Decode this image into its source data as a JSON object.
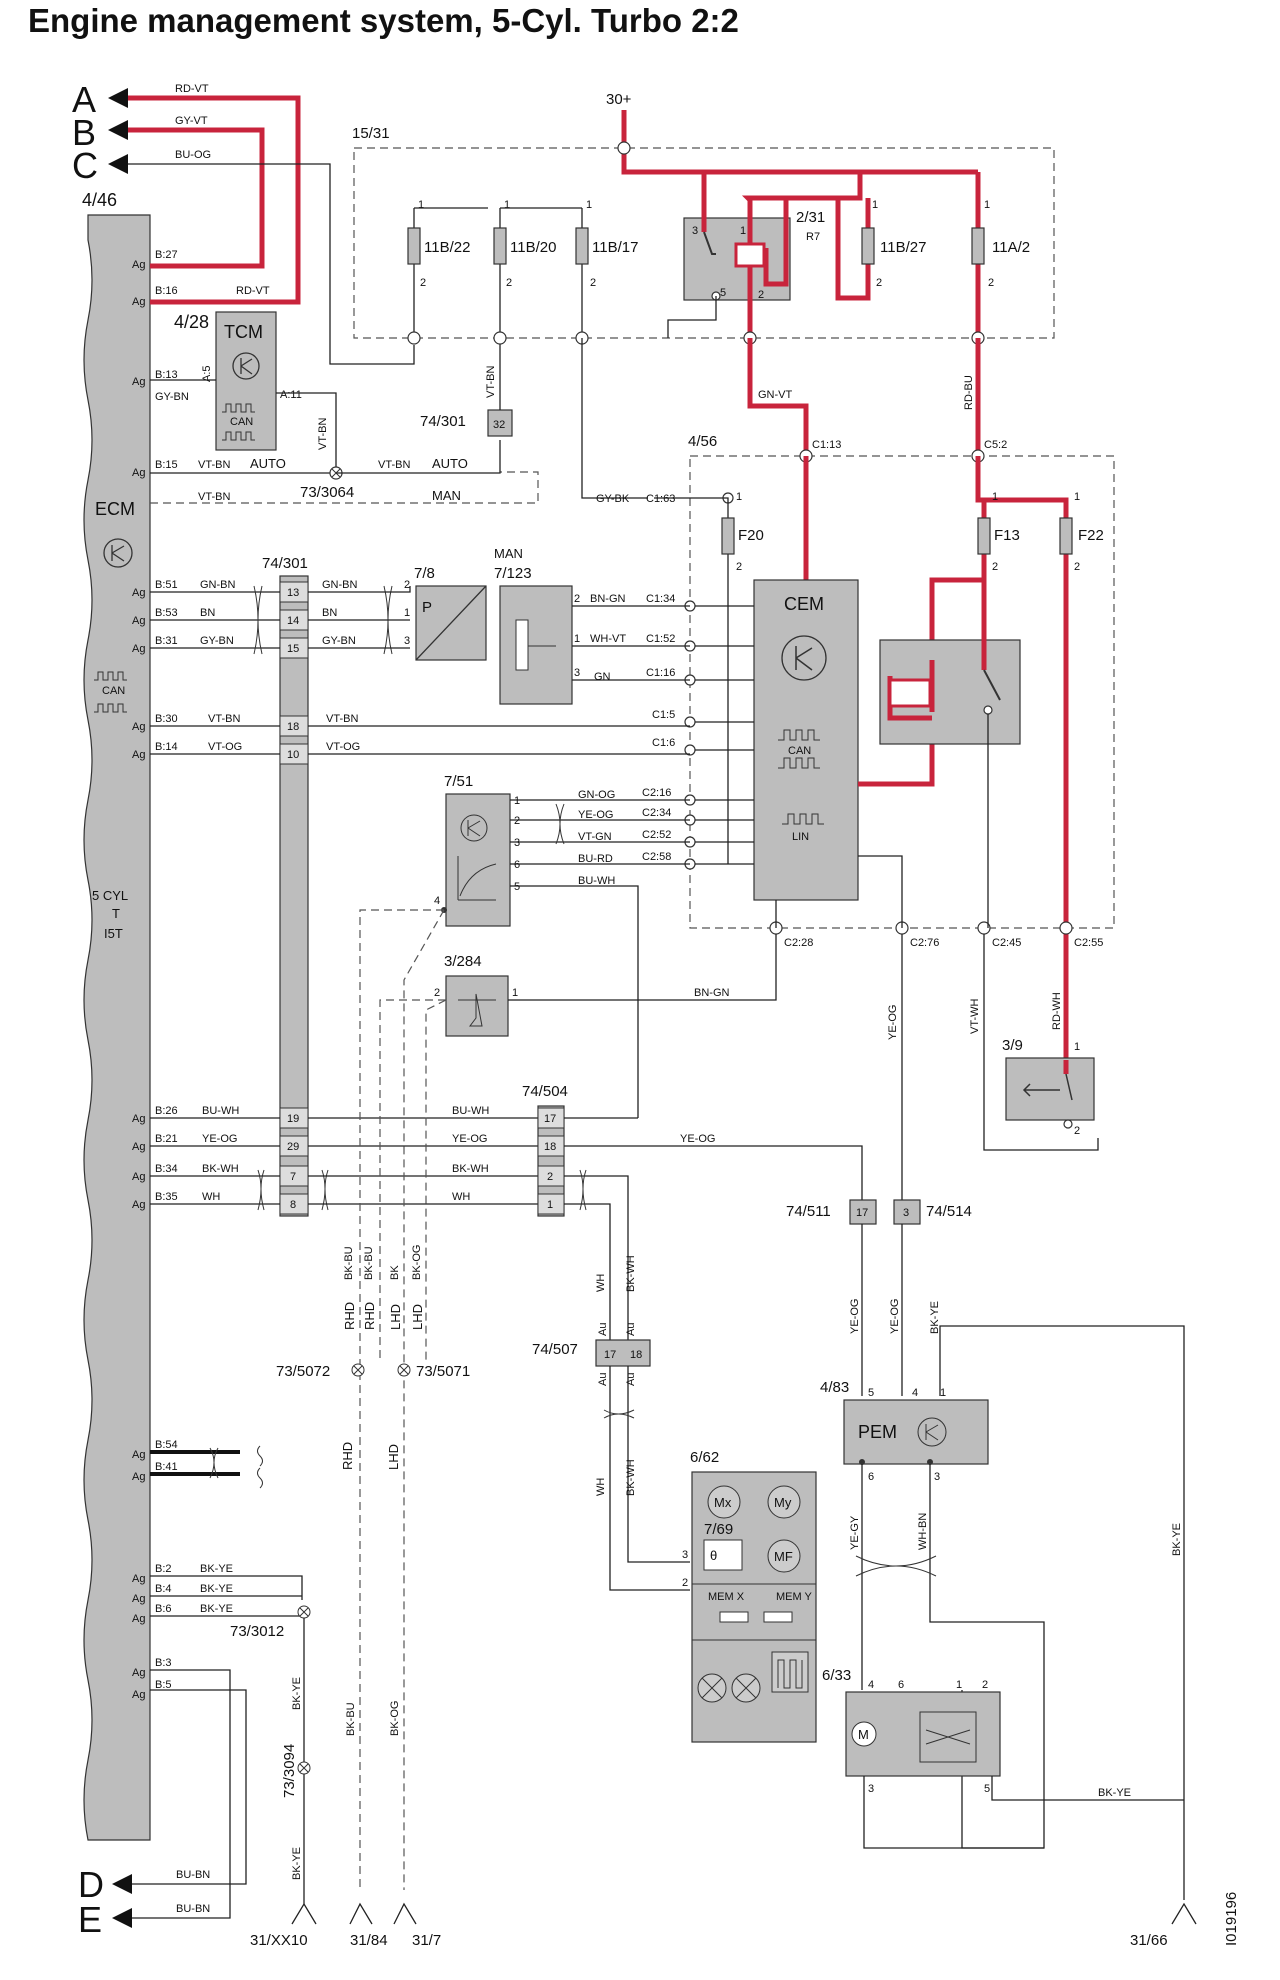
{
  "title": "Engine management system, 5-Cyl. Turbo 2:2",
  "figure_id": "I019196",
  "arrows": [
    {
      "letter": "A",
      "wire": "RD-VT"
    },
    {
      "letter": "B",
      "wire": "GY-VT"
    },
    {
      "letter": "C",
      "wire": "BU-OG"
    },
    {
      "letter": "D",
      "wire": "BU-BN"
    },
    {
      "letter": "E",
      "wire": "BU-BN"
    }
  ],
  "ecm": {
    "ref": "4/46",
    "name": "ECM",
    "engine": [
      "5 CYL",
      "T",
      "I5T"
    ],
    "can": "CAN",
    "pin_prefix": "Ag",
    "pins": [
      {
        "pin": "B:27",
        "wire": ""
      },
      {
        "pin": "B:16",
        "wire": "RD-VT"
      },
      {
        "pin": "B:13",
        "wire": "GY-BN"
      },
      {
        "pin": "B:15",
        "wire": "VT-BN"
      },
      {
        "pin": "B:51",
        "wire": "GN-BN"
      },
      {
        "pin": "B:53",
        "wire": "BN"
      },
      {
        "pin": "B:31",
        "wire": "GY-BN"
      },
      {
        "pin": "B:30",
        "wire": "VT-BN"
      },
      {
        "pin": "B:14",
        "wire": "VT-OG"
      },
      {
        "pin": "B:26",
        "wire": "BU-WH"
      },
      {
        "pin": "B:21",
        "wire": "YE-OG"
      },
      {
        "pin": "B:34",
        "wire": "BK-WH"
      },
      {
        "pin": "B:35",
        "wire": "WH"
      },
      {
        "pin": "B:54",
        "wire": ""
      },
      {
        "pin": "B:41",
        "wire": ""
      },
      {
        "pin": "B:2",
        "wire": "BK-YE"
      },
      {
        "pin": "B:4",
        "wire": "BK-YE"
      },
      {
        "pin": "B:6",
        "wire": "BK-YE"
      },
      {
        "pin": "B:3",
        "wire": ""
      },
      {
        "pin": "B:5",
        "wire": ""
      }
    ]
  },
  "tcm": {
    "ref": "4/28",
    "name": "TCM",
    "can": "CAN",
    "pin_a5": "A:5",
    "pin_a11": "A:11",
    "wire": "VT-BN"
  },
  "labels": {
    "auto": "AUTO",
    "man": "MAN",
    "vt_bn": "VT-BN",
    "gy_bk": "GY-BK",
    "gn_vt": "GN-VT",
    "rd_bu": "RD-BU",
    "bn_gn": "BN-GN",
    "ye_og": "YE-OG",
    "vt_wh": "VT-WH",
    "rd_wh": "RD-WH",
    "bk_ye": "BK-YE",
    "bk_bu": "BK-BU",
    "bk": "BK",
    "bk_og": "BK-OG",
    "wh": "WH",
    "bk_wh": "BK-WH",
    "wh_bn": "WH-BN",
    "ye_gy": "YE-GY",
    "au": "Au",
    "rhd": "RHD",
    "lhd": "LHD",
    "supply": "30+"
  },
  "fusebox": {
    "ref": "15/31",
    "fuses": [
      "11B/22",
      "11B/20",
      "11B/17",
      "11B/27",
      "11A/2"
    ],
    "relay_ref": "2/31",
    "relay_name": "R7"
  },
  "cem": {
    "ref": "4/56",
    "name": "CEM",
    "fuses": [
      "F20",
      "F13",
      "F22"
    ],
    "can": "CAN",
    "lin": "LIN",
    "pins": [
      "C1:13",
      "C5:2",
      "C1:63",
      "C1:34",
      "C1:52",
      "C1:16",
      "C1:5",
      "C1:6",
      "C2:16",
      "C2:34",
      "C2:52",
      "C2:58",
      "C2:28",
      "C2:76",
      "C2:45",
      "C2:55"
    ]
  },
  "connector_74_301": {
    "ref": "74/301",
    "top_pin": "32",
    "pins": [
      "13",
      "14",
      "15",
      "18",
      "10",
      "19",
      "29",
      "7",
      "8"
    ],
    "wires_right": [
      "GN-BN",
      "BN",
      "GY-BN",
      "VT-BN",
      "VT-OG",
      "BU-WH",
      "YE-OG",
      "BK-WH",
      "WH"
    ]
  },
  "sensor_7_8": {
    "ref": "7/8",
    "symbol": "P"
  },
  "sensor_7_123": {
    "ref": "7/123",
    "man": "MAN",
    "wires": [
      "BN-GN",
      "WH-VT",
      "GN"
    ]
  },
  "sensor_7_51": {
    "ref": "7/51",
    "wires": [
      "GN-OG",
      "YE-OG",
      "VT-GN",
      "BU-RD",
      "BU-WH"
    ]
  },
  "switch_3_284": {
    "ref": "3/284"
  },
  "switch_3_9": {
    "ref": "3/9"
  },
  "connector_74_504": {
    "ref": "74/504",
    "pins": [
      "17",
      "18",
      "2",
      "1"
    ]
  },
  "connector_74_507": {
    "ref": "74/507",
    "pins": [
      "17",
      "18"
    ]
  },
  "connector_74_511": {
    "ref": "74/511",
    "pin": "17"
  },
  "connector_74_514": {
    "ref": "74/514",
    "pin": "3"
  },
  "pem": {
    "ref": "4/83",
    "name": "PEM"
  },
  "pump_6_62": {
    "ref": "6/62",
    "sub_ref": "7/69",
    "mem_x": "MEM X",
    "mem_y": "MEM Y"
  },
  "pump_6_33": {
    "ref": "6/33"
  },
  "splices": [
    "73/3064",
    "73/5072",
    "73/5071",
    "73/3012",
    "73/3094"
  ],
  "grounds": [
    "31/XX10",
    "31/84",
    "31/7",
    "31/66"
  ]
}
